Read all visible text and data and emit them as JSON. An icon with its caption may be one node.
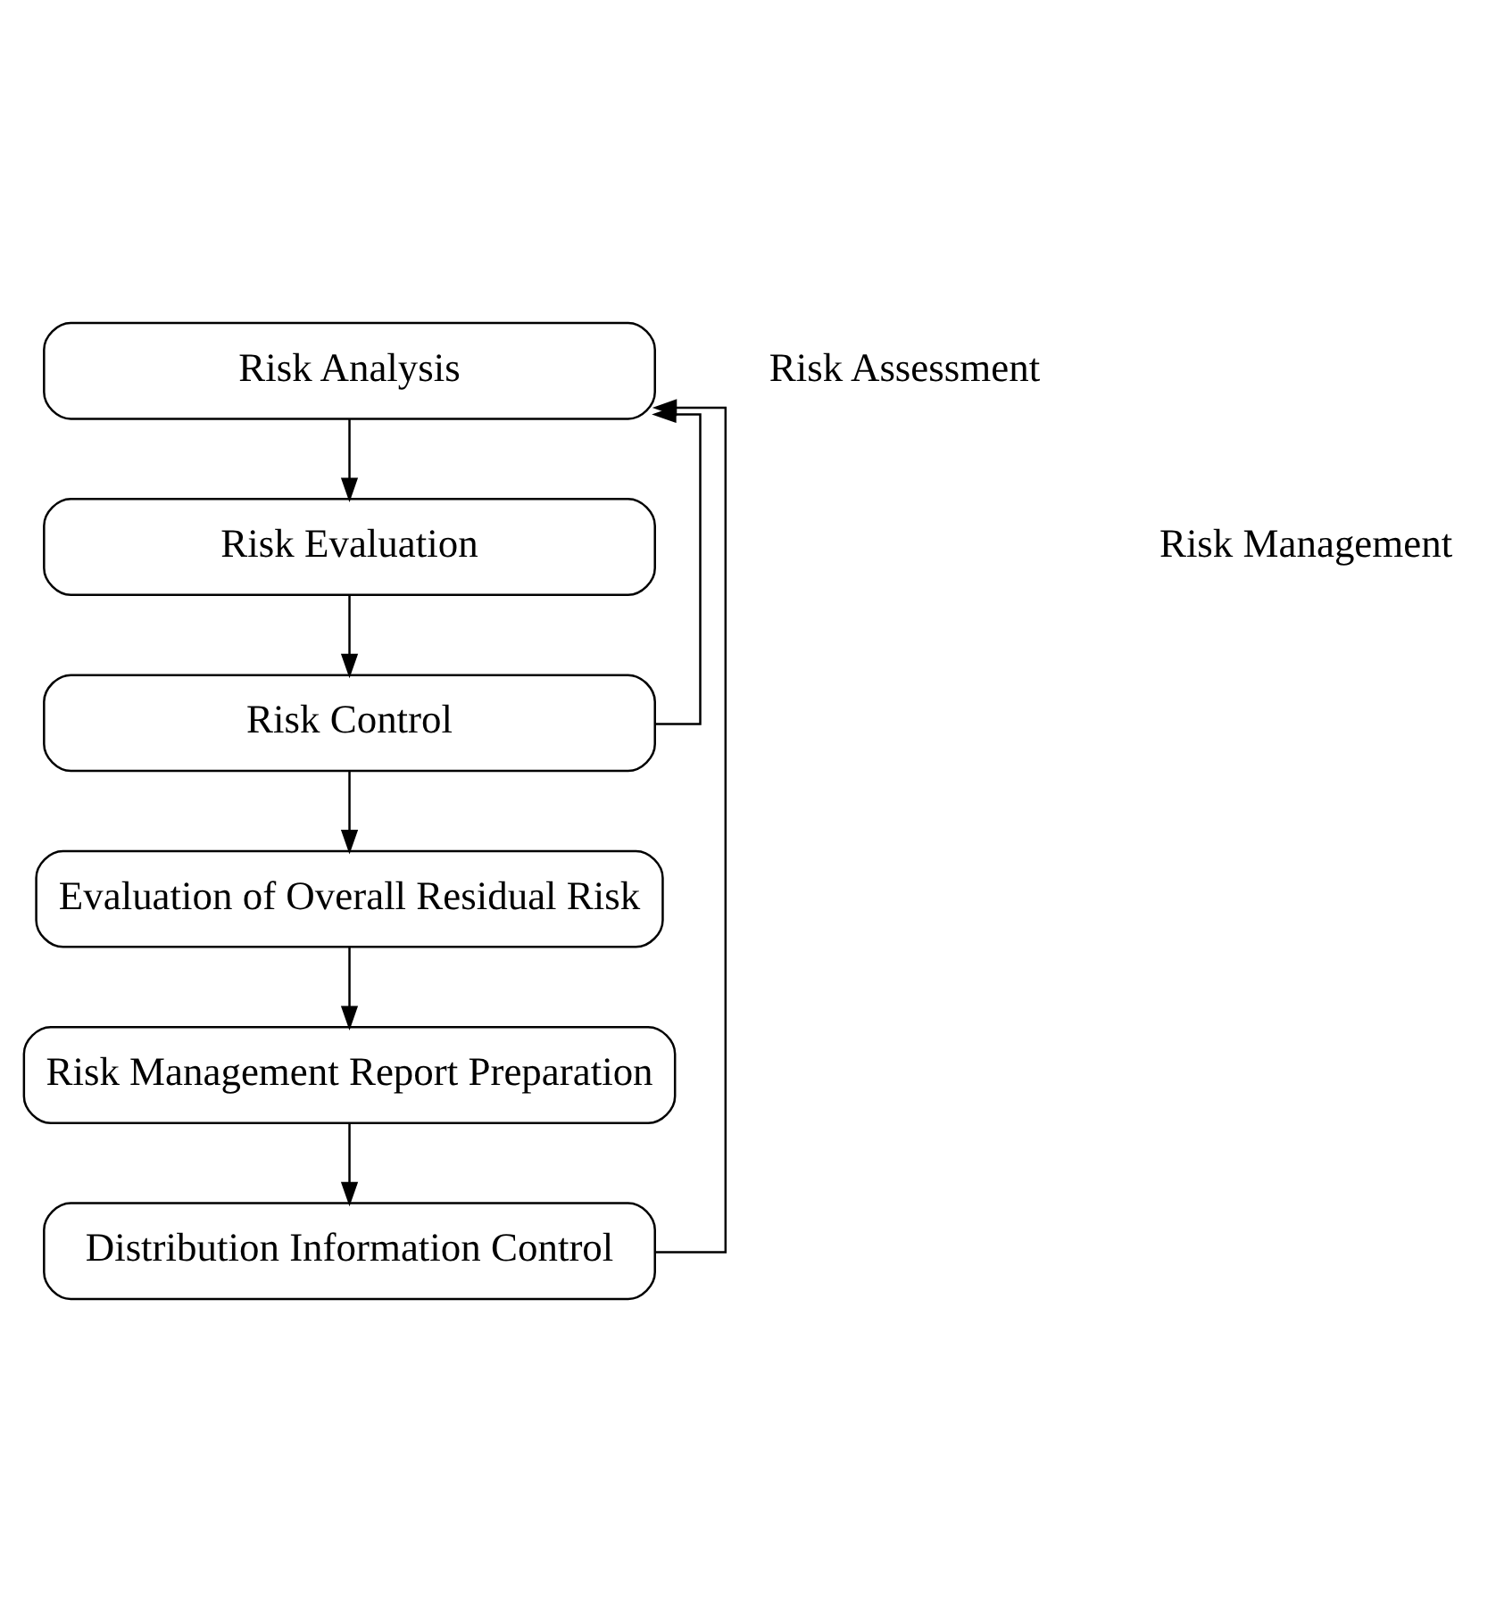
{
  "diagram": {
    "nodes": [
      {
        "text": [
          "Risk Analysis"
        ]
      },
      {
        "text": [
          "Risk Evaluation"
        ]
      },
      {
        "text": [
          "Risk Control"
        ]
      },
      {
        "text": [
          "Evaluation of Overall Residual Risk"
        ]
      },
      {
        "text": [
          "Risk Management Report Preparation"
        ]
      },
      {
        "text": [
          "Distribution Information Control"
        ]
      }
    ],
    "edges": [
      {
        "from": 0,
        "to": 1,
        "arrow": "to"
      },
      {
        "from": 1,
        "to": 2,
        "arrow": "to"
      },
      {
        "from": 2,
        "to": 3,
        "arrow": "to"
      },
      {
        "from": 3,
        "to": 4,
        "arrow": "to"
      },
      {
        "from": 4,
        "to": 5,
        "arrow": "to"
      },
      {
        "from": 2,
        "to": 0,
        "arrow": "to"
      },
      {
        "from": 5,
        "to": 0,
        "arrow": "to"
      }
    ],
    "labels": [
      "Risk Assessment",
      "Risk Management"
    ]
  }
}
